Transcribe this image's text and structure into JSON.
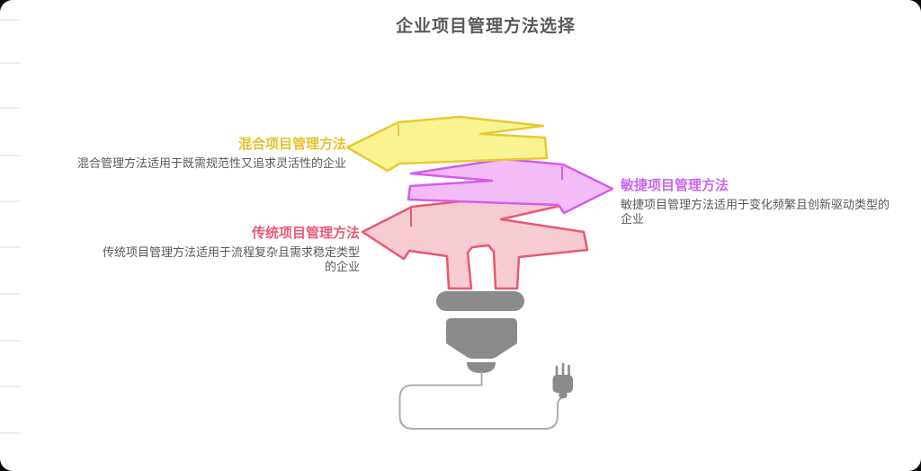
{
  "title": {
    "text": "企业项目管理方法选择",
    "color": "#5a5a5a"
  },
  "methods": [
    {
      "name": "混合项目管理方法",
      "description": "混合管理方法适用于既需规范性又追求灵活性的企业",
      "label_color": "#e4c32e",
      "arrow_fill": "#faf493",
      "arrow_stroke": "#e7ca33",
      "direction": "left"
    },
    {
      "name": "敏捷项目管理方法",
      "description": "敏捷项目管理方法适用于变化频繁且创新驱动类型的企业",
      "label_color": "#cb66ee",
      "arrow_fill": "#f2bcf7",
      "arrow_stroke": "#d55bee",
      "direction": "right"
    },
    {
      "name": "传统项目管理方法",
      "description": "传统项目管理方法适用于流程复杂且需求稳定类型的企业",
      "label_color": "#e85b74",
      "arrow_fill": "#f6ccd2",
      "arrow_stroke": "#e8596e",
      "direction": "left"
    }
  ],
  "description_color": "#595959",
  "illustration": {
    "bulb_color": "#8b8b8b",
    "wire_color": "#adadad"
  },
  "left_edge_guides": {
    "color": "#ededed",
    "width": 23,
    "y_positions": [
      21,
      69,
      119,
      172,
      223,
      274,
      326,
      378,
      429,
      481
    ]
  },
  "canvas": {
    "background": "#0a0a0a",
    "card_color": "#ffffff"
  }
}
